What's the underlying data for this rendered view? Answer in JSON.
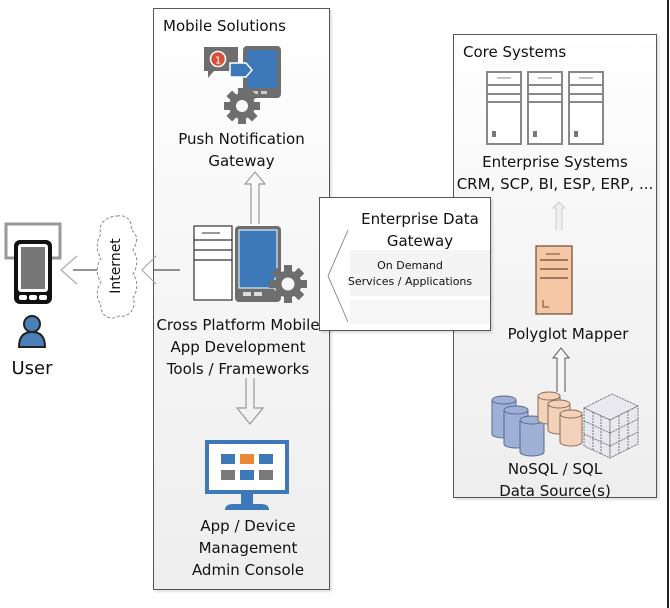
{
  "panels": {
    "mobile_solutions": {
      "title": "Mobile Solutions"
    },
    "core_systems": {
      "title": "Core Systems"
    }
  },
  "nodes": {
    "push_gateway": {
      "line1": "Push Notification",
      "line2": "Gateway",
      "badge": "1"
    },
    "cross_platform": {
      "line1": "Cross Platform Mobile",
      "line2": "App Development",
      "line3": "Tools / Frameworks"
    },
    "admin_console": {
      "line1": "App / Device",
      "line2": "Management",
      "line3": "Admin Console"
    },
    "enterprise_gateway": {
      "line1": "Enterprise Data",
      "line2": "Gateway",
      "sub1": "On Demand",
      "sub2": "Services / Applications"
    },
    "enterprise_systems": {
      "line1": "Enterprise Systems",
      "line2": "CRM, SCP, BI, ESP, ERP, ..."
    },
    "polyglot_mapper": {
      "line1": "Polyglot Mapper"
    },
    "data_sources": {
      "line1": "NoSQL / SQL",
      "line2": "Data Source(s)"
    },
    "internet": {
      "label": "Internet"
    },
    "user": {
      "label": "User"
    }
  },
  "colors": {
    "blue": "#3d78b8",
    "gray_icon": "#6e6e6e",
    "orange": "#e8893a",
    "badge_red": "#d9503a",
    "mapper_fill": "#f5c7a4",
    "db_blue": "#9fb0d6",
    "db_peach": "#f3d2bb"
  }
}
